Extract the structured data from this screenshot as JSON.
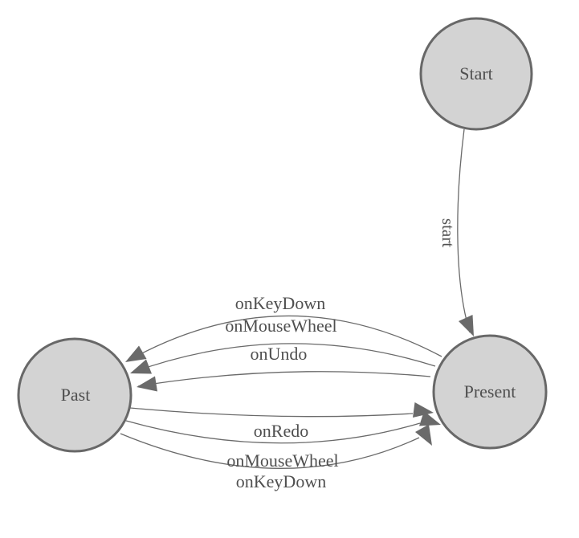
{
  "diagram": {
    "type": "state-machine",
    "background": "#ffffff",
    "colors": {
      "node_fill": "#d3d3d3",
      "node_border": "#686868",
      "edge": "#6a6a6a",
      "text": "#4f4f4f"
    },
    "nodes": [
      {
        "id": "start",
        "label": "Start"
      },
      {
        "id": "present",
        "label": "Present"
      },
      {
        "id": "past",
        "label": "Past"
      }
    ],
    "edges": [
      {
        "from": "Start",
        "to": "Present",
        "label": "start"
      },
      {
        "from": "Present",
        "to": "Past",
        "label": "onKeyDown"
      },
      {
        "from": "Present",
        "to": "Past",
        "label": "onMouseWheel"
      },
      {
        "from": "Present",
        "to": "Past",
        "label": "onUndo"
      },
      {
        "from": "Past",
        "to": "Present",
        "label": "onRedo"
      },
      {
        "from": "Past",
        "to": "Present",
        "label": "onMouseWheel"
      },
      {
        "from": "Past",
        "to": "Present",
        "label": "onKeyDown"
      }
    ]
  }
}
